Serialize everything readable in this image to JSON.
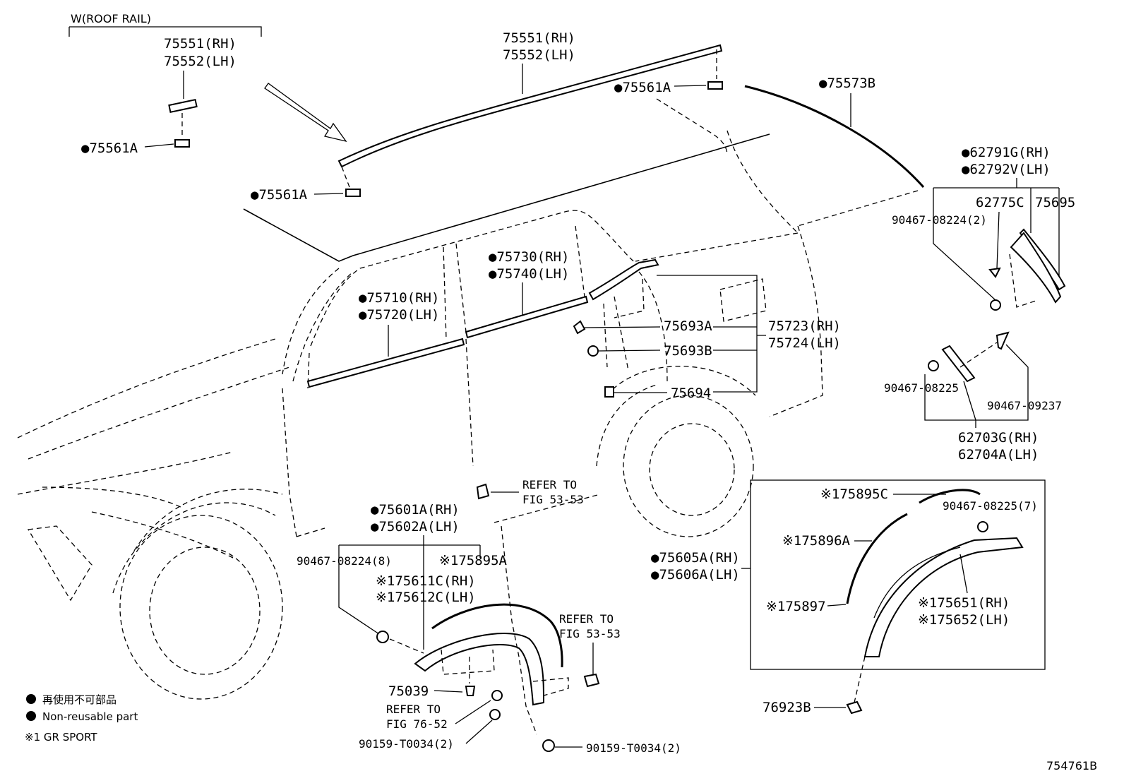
{
  "header": {
    "group_label": "W(ROOF RAIL)"
  },
  "labels": {
    "roof_rail_small_rh": "75551(RH)",
    "roof_rail_small_lh": "75552(LH)",
    "clip_small": "75561A",
    "roof_rail_rh": "75551(RH)",
    "roof_rail_lh": "75552(LH)",
    "clip_top_right": "75561A",
    "clip_front": "75561A",
    "roof_moulding": "75573B",
    "spoiler_rh": "62791G(RH)",
    "spoiler_lh": "62792V(LH)",
    "pillar_clip": "62775C",
    "pillar_part": "75695",
    "pillar_screw": "90467-08224(2)",
    "rear_belt_rh": "75730(RH)",
    "rear_belt_lh": "75740(LH)",
    "front_belt_rh": "75710(RH)",
    "front_belt_lh": "75720(LH)",
    "qtr_clip_a": "75693A",
    "qtr_clip_b": "75693B",
    "qtr_rh": "75723(RH)",
    "qtr_lh": "75724(LH)",
    "qtr_pad": "75694",
    "clip_90467_08225": "90467-08225",
    "clip_90467_09237": "90467-09237",
    "vent_rh": "62703G(RH)",
    "vent_lh": "62704A(LH)",
    "refer_1_line1": "REFER TO",
    "refer_1_line2": "FIG 53-53",
    "front_flare_rh": "75601A(RH)",
    "front_flare_lh": "75602A(LH)",
    "front_clip": "90467-08224(8)",
    "gr_75895a": "175895A",
    "gr_75611c": "175611C(RH)",
    "gr_75612c": "175612C(LH)",
    "refer_2_line1": "REFER TO",
    "refer_2_line2": "FIG 53-53",
    "front_pad": "75039",
    "refer_3_line1": "REFER TO",
    "refer_3_line2": "FIG 76-52",
    "front_bolt": "90159-T0034(2)",
    "front_bolt_2": "90159-T0034(2)",
    "gr_75895c": "175895C",
    "rear_clip_7": "90467-08225(7)",
    "gr_75896a": "175896A",
    "rear_flare_rh": "75605A(RH)",
    "rear_flare_lh": "75606A(LH)",
    "gr_75897": "175897",
    "gr_75651": "175651(RH)",
    "gr_75652": "175652(LH)",
    "rear_clip": "76923B"
  },
  "legend": {
    "nonreusable_jp": "再使用不可部品",
    "nonreusable_en": "Non-reusable part",
    "gr_sport": "※1 GR SPORT"
  },
  "symbols": {
    "nonreusable_mark": "●",
    "option_mark": "※"
  },
  "footer": {
    "diagram_id": "754761B"
  }
}
